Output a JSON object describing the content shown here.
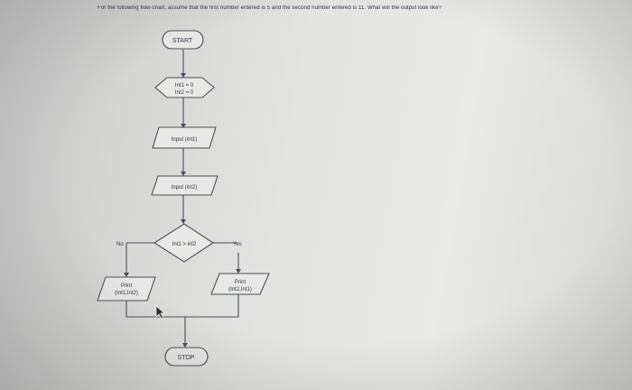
{
  "question": "For the following flow-chart, assume that the first number entered is 5 and the second number entered is 11. What will the output look like?",
  "flowchart": {
    "start": "START",
    "init_line1": "Int1 = 0",
    "init_line2": "Int2 = 0",
    "input1": "Input (int1)",
    "input2": "Input (int2)",
    "decision": "Int1 > int2",
    "no_label": "No",
    "yes_label": "Yes",
    "print_left_line1": "Print",
    "print_left_line2": "(Int1,Int2)",
    "print_right_line1": "Print",
    "print_right_line2": "(Int2,Int1)",
    "stop": "STOP"
  },
  "colors": {
    "ink": "#2f3545",
    "stroke": "#4a4e58",
    "shape_fill": "#e8e8e6"
  }
}
